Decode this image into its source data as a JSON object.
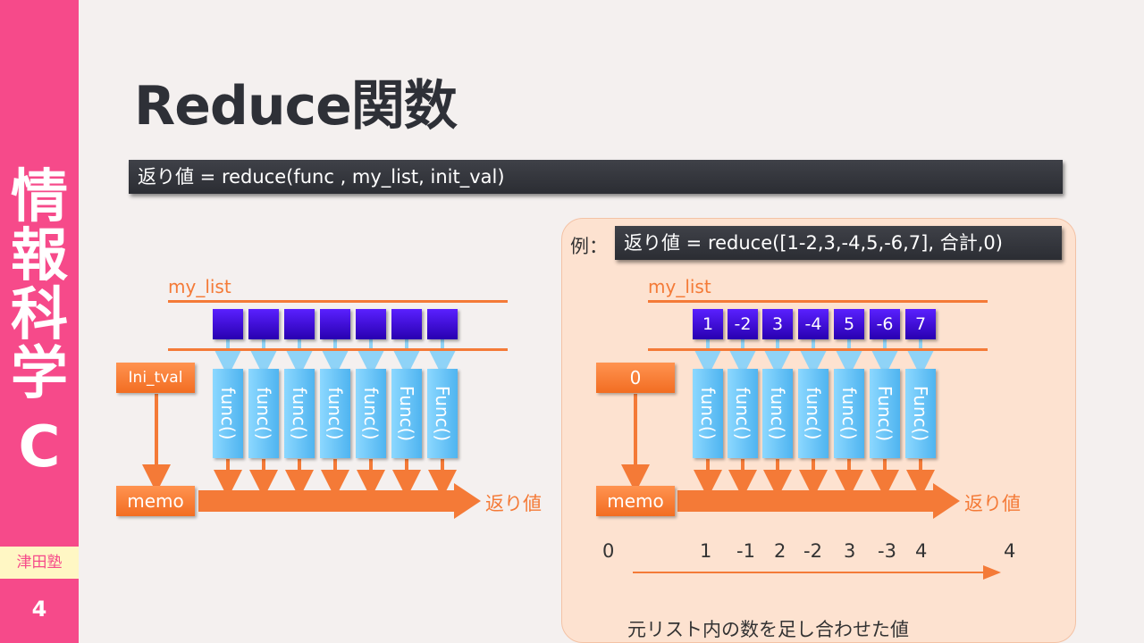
{
  "sidebar": {
    "title_chars": [
      "情",
      "報",
      "科",
      "学",
      "C"
    ],
    "org": "津田塾",
    "page": "4"
  },
  "title": "Reduce関数",
  "syntax": "返り値 = reduce(func , my_list, init_val)",
  "left": {
    "list_label": "my_list",
    "init_label": "Ini_tval",
    "funcs": [
      "func()",
      "func()",
      "func()",
      "func()",
      "func()",
      "Func()",
      "Func()"
    ],
    "memo": "memo",
    "result": "返り値"
  },
  "right": {
    "example_label": "例：",
    "example_code": "返り値 = reduce([1-2,3,-4,5,-6,7], 合計,0)",
    "list_label": "my_list",
    "items": [
      "1",
      "-2",
      "3",
      "-4",
      "5",
      "-6",
      "7"
    ],
    "init_value": "0",
    "funcs": [
      "func()",
      "func()",
      "func()",
      "func()",
      "func()",
      "Func()",
      "Func()"
    ],
    "memo": "memo",
    "result": "返り値",
    "running_start": "0",
    "running": [
      "1",
      "-1",
      "2",
      "-2",
      "3",
      "-3",
      "4"
    ],
    "final": "4",
    "caption": "元リスト内の数を足し合わせた値"
  },
  "colors": {
    "sidebar": "#f64a8a",
    "orange": "#f47a37",
    "item": "#3b0fd6",
    "func": "#6cc6f7"
  }
}
